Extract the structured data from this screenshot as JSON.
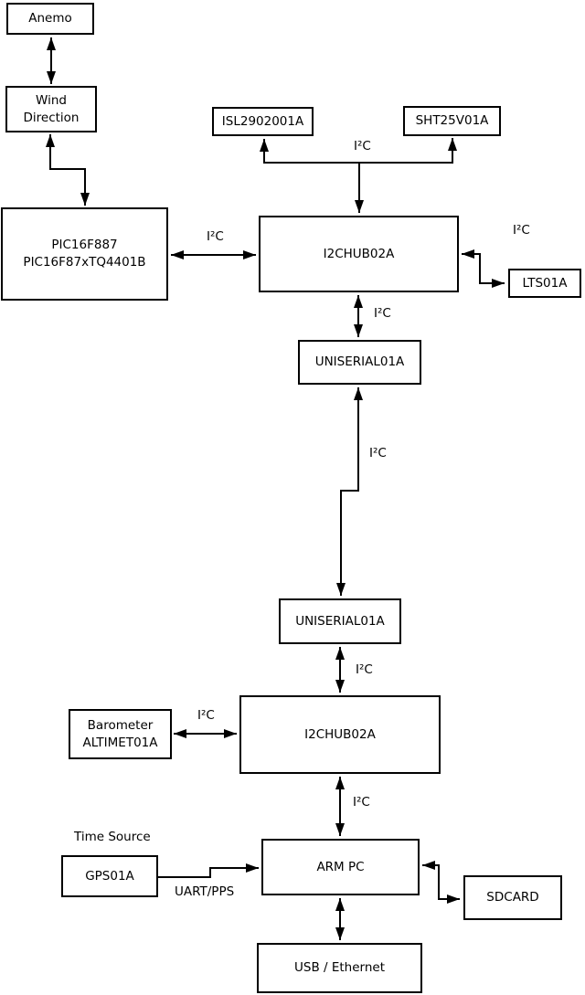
{
  "diagram_type": "block-diagram",
  "colors": {
    "line": "#000000",
    "text": "#000000",
    "node_fill": "#ffffff",
    "background": "#ffffff"
  },
  "nodes": {
    "anemo": {
      "label": "Anemo"
    },
    "wind": {
      "line1": "Wind",
      "line2": "Direction"
    },
    "pic": {
      "line1": "PIC16F887",
      "line2": "PIC16F87xTQ4401B"
    },
    "isl": {
      "label": "ISL2902001A"
    },
    "sht": {
      "label": "SHT25V01A"
    },
    "hub1": {
      "label": "I2CHUB02A"
    },
    "lts": {
      "label": "LTS01A"
    },
    "serial1": {
      "label": "UNISERIAL01A"
    },
    "serial2": {
      "label": "UNISERIAL01A"
    },
    "barometer": {
      "line1": "Barometer",
      "line2": "ALTIMET01A"
    },
    "hub2": {
      "label": "I2CHUB02A"
    },
    "armpc": {
      "label": "ARM PC"
    },
    "gps": {
      "label": "GPS01A"
    },
    "sdcard": {
      "label": "SDCARD"
    },
    "usb": {
      "label": "USB / Ethernet"
    }
  },
  "edges": [
    {
      "from": "Anemo",
      "to": "Wind Direction",
      "label": "",
      "arrows": "both"
    },
    {
      "from": "Wind Direction",
      "to": "PIC16F887 PIC16F87xTQ4401B",
      "label": "",
      "arrows": "both"
    },
    {
      "from": "PIC16F887 PIC16F87xTQ4401B",
      "to": "I2CHUB02A (upper)",
      "label": "I²C",
      "arrows": "both"
    },
    {
      "from": "I2CHUB02A (upper)",
      "to": "ISL2902001A + SHT25V01A",
      "label": "I²C",
      "arrows": "all-ends"
    },
    {
      "from": "I2CHUB02A (upper)",
      "to": "LTS01A",
      "label": "I²C",
      "arrows": "both"
    },
    {
      "from": "I2CHUB02A (upper)",
      "to": "UNISERIAL01A (upper)",
      "label": "I²C",
      "arrows": "both"
    },
    {
      "from": "UNISERIAL01A (upper)",
      "to": "UNISERIAL01A (lower)",
      "label": "I²C",
      "arrows": "both"
    },
    {
      "from": "UNISERIAL01A (lower)",
      "to": "I2CHUB02A (lower)",
      "label": "I²C",
      "arrows": "both"
    },
    {
      "from": "Barometer ALTIMET01A",
      "to": "I2CHUB02A (lower)",
      "label": "I²C",
      "arrows": "both"
    },
    {
      "from": "I2CHUB02A (lower)",
      "to": "ARM PC",
      "label": "I²C",
      "arrows": "both"
    },
    {
      "from": "GPS01A",
      "to": "ARM PC",
      "label": "UART/PPS",
      "arrows": "single"
    },
    {
      "from": "ARM PC",
      "to": "SDCARD",
      "label": "",
      "arrows": "both"
    },
    {
      "from": "ARM PC",
      "to": "USB / Ethernet",
      "label": "",
      "arrows": "both"
    }
  ],
  "annotations": {
    "time_source": "Time Source"
  }
}
